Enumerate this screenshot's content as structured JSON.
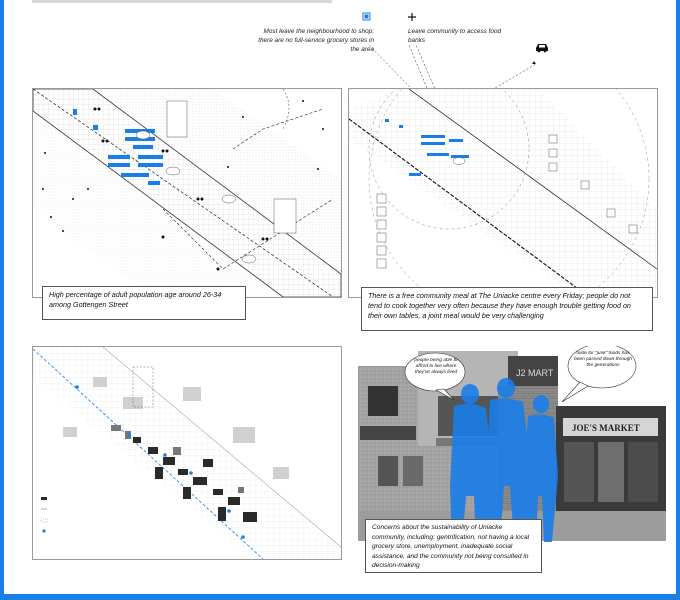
{
  "legend": {
    "shop_text": "Most leave the neighbourhood to shop; there are no full-service grocery stores in the area",
    "food_bank_text": "Leave community to access food banks",
    "shop_icon": "blue-square-icon",
    "food_bank_icon": "plus-icon",
    "car_icon": "car-icon"
  },
  "captions": {
    "panel1": "High percentage of adult population age around 26-34 among Gottengen Street",
    "panel2": "There is a free community meal at The Uniacke centre every Friday; people do not tend to cook together very often because they have enough trouble getting food on their own tables, a joint meal would be very challenging",
    "panel4": "Concerns about the sustainability of Uniacke community, including: gentrification, not having a local grocery store, unemployment, inadequate social assistance, and the community not being consulted in decision-making"
  },
  "bubbles": {
    "left": "people being able to afford to live where they've always lived",
    "right": "taste for \"junk\" foods has been passed down through the generations"
  },
  "signs": {
    "store_sign": "JOE'S MARKET",
    "mart_sign": "J2 MART"
  },
  "colors": {
    "accent": "#1a7ee8",
    "frame": "#1a7ee8"
  }
}
